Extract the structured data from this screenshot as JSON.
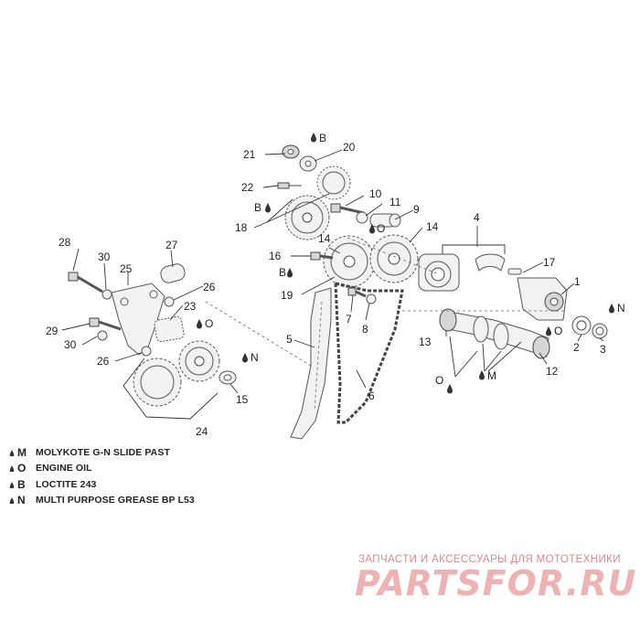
{
  "callouts": {
    "c1": "1",
    "c2": "2",
    "c3": "3",
    "c4": "4",
    "c5": "5",
    "c6": "6",
    "c7": "7",
    "c8": "8",
    "c9": "9",
    "c10": "10",
    "c11": "11",
    "c12": "12",
    "c13": "13",
    "c14a": "14",
    "c14b": "14",
    "c15": "15",
    "c16": "16",
    "c17": "17",
    "c18": "18",
    "c19": "19",
    "c20": "20",
    "c21": "21",
    "c22": "22",
    "c23": "23",
    "c24": "24",
    "c25": "25",
    "c26a": "26",
    "c26b": "26",
    "c27": "27",
    "c28": "28",
    "c29": "29",
    "c30a": "30",
    "c30b": "30"
  },
  "markers": {
    "b_top": "B",
    "b_22": "B",
    "b_16": "B",
    "o_11": "O",
    "o_23": "O",
    "o_1": "O",
    "o_13": "O",
    "n_1": "N",
    "n_15": "N",
    "m_12": "M"
  },
  "legend": [
    {
      "code": "M",
      "text": "MOLYKOTE G-N SLIDE PAST"
    },
    {
      "code": "O",
      "text": "ENGINE OIL"
    },
    {
      "code": "B",
      "text": "LOCTITE 243"
    },
    {
      "code": "N",
      "text": "MULTI PURPOSE GREASE BP L53"
    }
  ],
  "watermark": {
    "subtitle": "ЗАПЧАСТИ И АКСЕССУАРЫ ДЛЯ МОТОТЕХНИКИ",
    "logo": "PARTSFOR.RU"
  }
}
